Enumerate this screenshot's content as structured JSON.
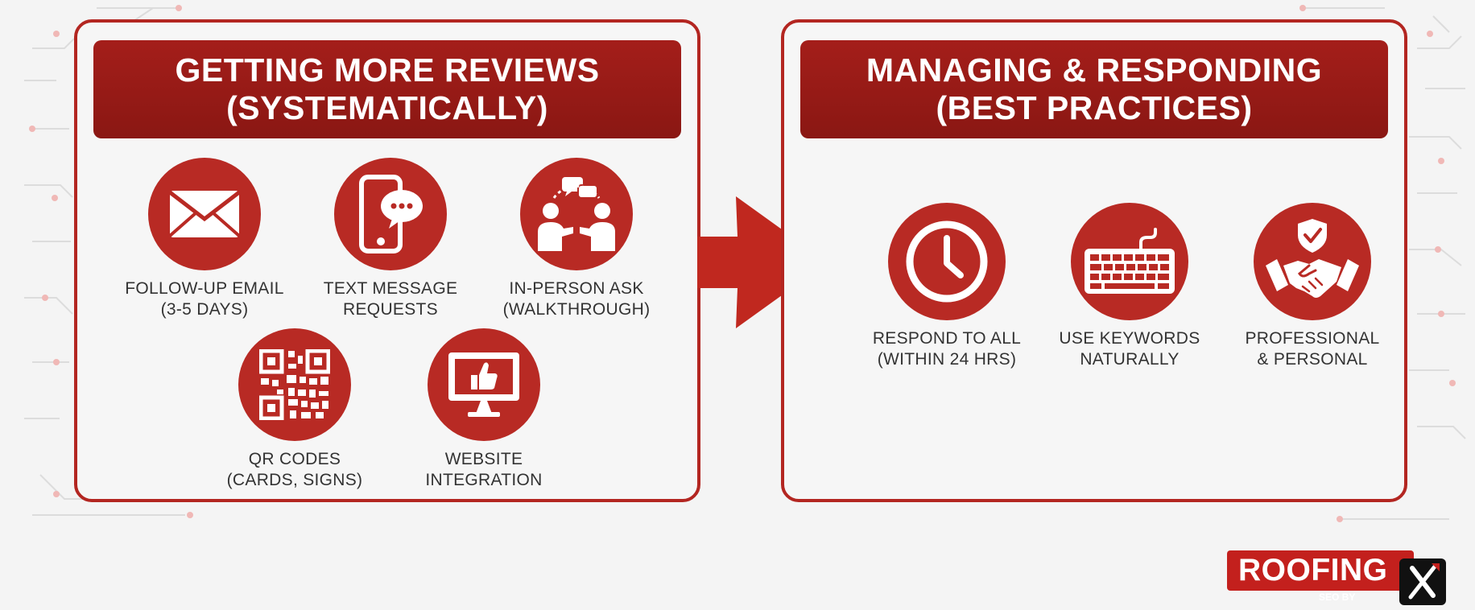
{
  "colors": {
    "accent": "#b82a24",
    "header_red": "#9a1b16",
    "border_red": "#b32621",
    "label_text": "#333333",
    "background": "#f4f4f4"
  },
  "left_panel": {
    "title_line1": "GETTING MORE REVIEWS",
    "title_line2": "(SYSTEMATICALLY)",
    "items": [
      {
        "icon": "envelope-icon",
        "line1": "FOLLOW-UP EMAIL",
        "line2": "(3-5 DAYS)"
      },
      {
        "icon": "phone-chat-icon",
        "line1": "TEXT MESSAGE",
        "line2": "REQUESTS"
      },
      {
        "icon": "people-conversation-icon",
        "line1": "IN-PERSON ASK",
        "line2": "(WALKTHROUGH)"
      },
      {
        "icon": "qr-code-icon",
        "line1": "QR CODES",
        "line2": "(CARDS, SIGNS)"
      },
      {
        "icon": "monitor-thumbs-up-icon",
        "line1": "WEBSITE",
        "line2": "INTEGRATION"
      }
    ]
  },
  "right_panel": {
    "title_line1": "MANAGING & RESPONDING",
    "title_line2": "(BEST PRACTICES)",
    "items": [
      {
        "icon": "clock-icon",
        "line1": "RESPOND TO ALL",
        "line2": "(WITHIN 24 HRS)"
      },
      {
        "icon": "keyboard-icon",
        "line1": "USE KEYWORDS",
        "line2": "NATURALLY"
      },
      {
        "icon": "handshake-shield-icon",
        "line1": "PROFESSIONAL",
        "line2": "& PERSONAL"
      }
    ]
  },
  "connector": {
    "icon": "right-arrow-icon"
  },
  "logo": {
    "text": "ROOFING",
    "tagline": "SEO BY",
    "icon": "x-mark-icon"
  }
}
